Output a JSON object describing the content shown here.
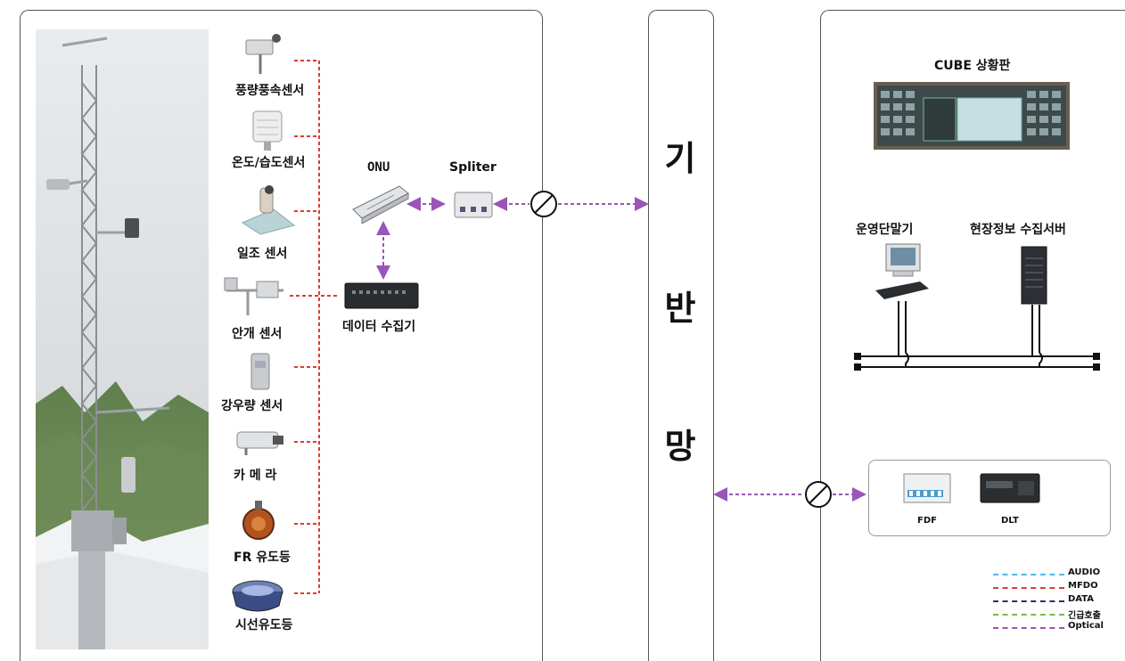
{
  "sensors": [
    {
      "label": "풍량풍속센서",
      "icon": "wind-sensor-icon"
    },
    {
      "label": "온도/습도센서",
      "icon": "temperature-humidity-sensor-icon"
    },
    {
      "label": "일조 센서",
      "icon": "sunshine-sensor-icon"
    },
    {
      "label": "안개 센서",
      "icon": "fog-sensor-icon"
    },
    {
      "label": "강우량 센서",
      "icon": "rain-gauge-icon"
    },
    {
      "label": "카 메 라",
      "icon": "camera-icon"
    },
    {
      "label": "FR 유도등",
      "icon": "fr-guide-light-icon"
    },
    {
      "label": "시선유도등",
      "icon": "gaze-guide-light-icon"
    }
  ],
  "field": {
    "onu_label": "ONU",
    "splitter_label": "Spliter",
    "collector_label": "데이터 수집기"
  },
  "backbone": {
    "chars": [
      "기",
      "반",
      "망"
    ]
  },
  "center": {
    "board_title": "CUBE 상황판",
    "terminal_label": "운영단말기",
    "server_label": "현장정보 수집서버",
    "fdf_label": "FDF",
    "dlt_label": "DLT"
  },
  "legend": [
    {
      "label": "AUDIO",
      "color": "#4fb8e8"
    },
    {
      "label": "MFDO",
      "color": "#e23a2e"
    },
    {
      "label": "DATA",
      "color": "#2e2a7a"
    },
    {
      "label": "긴급호출",
      "color": "#6cc04a"
    },
    {
      "label": "Optical",
      "color": "#9a55b8"
    }
  ]
}
